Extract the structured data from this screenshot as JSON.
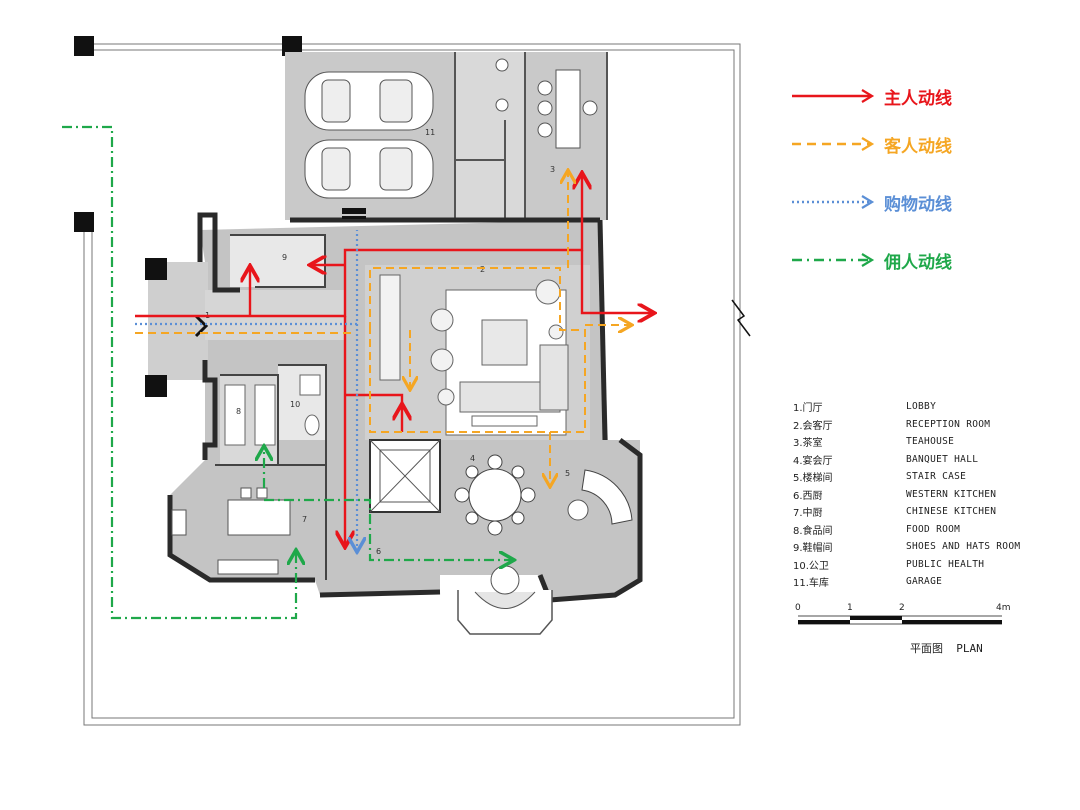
{
  "legend": [
    {
      "label": "主人动线",
      "color": "#e8151b",
      "style": "solid"
    },
    {
      "label": "客人动线",
      "color": "#f5a623",
      "style": "dashed"
    },
    {
      "label": "购物动线",
      "color": "#5b8fd6",
      "style": "dotted"
    },
    {
      "label": "佣人动线",
      "color": "#1fa84a",
      "style": "dashdot"
    }
  ],
  "rooms": [
    {
      "zh": "1.门厅",
      "en": "LOBBY"
    },
    {
      "zh": "2.会客厅",
      "en": "RECEPTION ROOM"
    },
    {
      "zh": "3.茶室",
      "en": "TEAHOUSE"
    },
    {
      "zh": "4.宴会厅",
      "en": "BANQUET HALL"
    },
    {
      "zh": "5.楼梯间",
      "en": "STAIR CASE"
    },
    {
      "zh": "6.西厨",
      "en": "WESTERN KITCHEN"
    },
    {
      "zh": "7.中厨",
      "en": "CHINESE KITCHEN"
    },
    {
      "zh": "8.食品间",
      "en": "FOOD ROOM"
    },
    {
      "zh": "9.鞋帽间",
      "en": "SHOES AND HATS ROOM"
    },
    {
      "zh": "10.公卫",
      "en": "PUBLIC HEALTH"
    },
    {
      "zh": "11.车库",
      "en": "GARAGE"
    }
  ],
  "room_numbers": [
    "1",
    "2",
    "3",
    "4",
    "5",
    "6",
    "7",
    "8",
    "9",
    "10",
    "11"
  ],
  "scale": {
    "ticks": [
      "0",
      "1",
      "2",
      "4m"
    ]
  },
  "caption": "平面图  PLAN"
}
